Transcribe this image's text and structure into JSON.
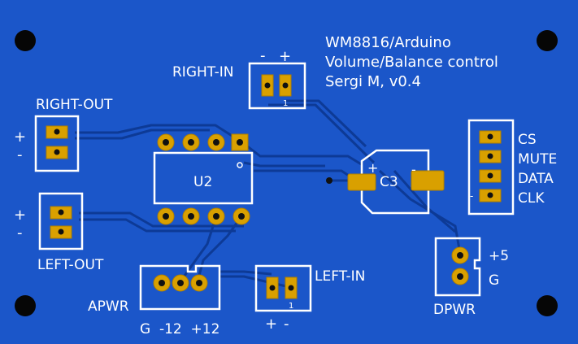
{
  "colors": {
    "board": "#1b56c9",
    "trace": "#0d3a96",
    "silk": "#ffffff",
    "pad": "#d9a000",
    "pad_dark": "#b07f00",
    "drill": "#111111",
    "hole": "#060606"
  },
  "title": {
    "line1": "WM8816/Arduino",
    "line2": "Volume/Balance control",
    "line3": "Sergi M, v0.4"
  },
  "right_in": {
    "label": "RIGHT-IN",
    "minus": "-",
    "plus": "+",
    "pin1": "1"
  },
  "right_out": {
    "label": "RIGHT-OUT",
    "plus": "+",
    "minus": "-"
  },
  "left_out": {
    "label": "LEFT-OUT",
    "plus": "+",
    "minus": "-"
  },
  "left_in": {
    "label": "LEFT-IN",
    "plus": "+",
    "minus": "-",
    "pin1": "1"
  },
  "u2": {
    "label": "U2"
  },
  "c3": {
    "label": "C3",
    "plus": "+",
    "minus": "-"
  },
  "control": {
    "pins": [
      "CS",
      "MUTE",
      "DATA",
      "CLK"
    ],
    "mark": "-"
  },
  "dpwr": {
    "label": "DPWR",
    "pins": [
      "+5",
      "G"
    ]
  },
  "apwr": {
    "label": "APWR",
    "pins": "G  -12  +12"
  }
}
